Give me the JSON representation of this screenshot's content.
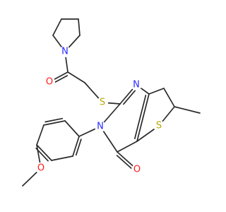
{
  "colors": {
    "bond": "#2b2b2b",
    "N": "#2a2aff",
    "O": "#ff1a1a",
    "S": "#b8a800",
    "background": "#ffffff"
  },
  "atom_labels": {
    "N": "N",
    "O": "O",
    "S": "S"
  },
  "molecule": {
    "pyrrolidine_n": "N",
    "carbonyl_o": "O",
    "thioether_s": "S",
    "ring_n_top": "N",
    "ring_n_bottom": "N",
    "thiophene_s": "S",
    "ring_carbonyl_o": "O",
    "methoxy_o": "O"
  }
}
